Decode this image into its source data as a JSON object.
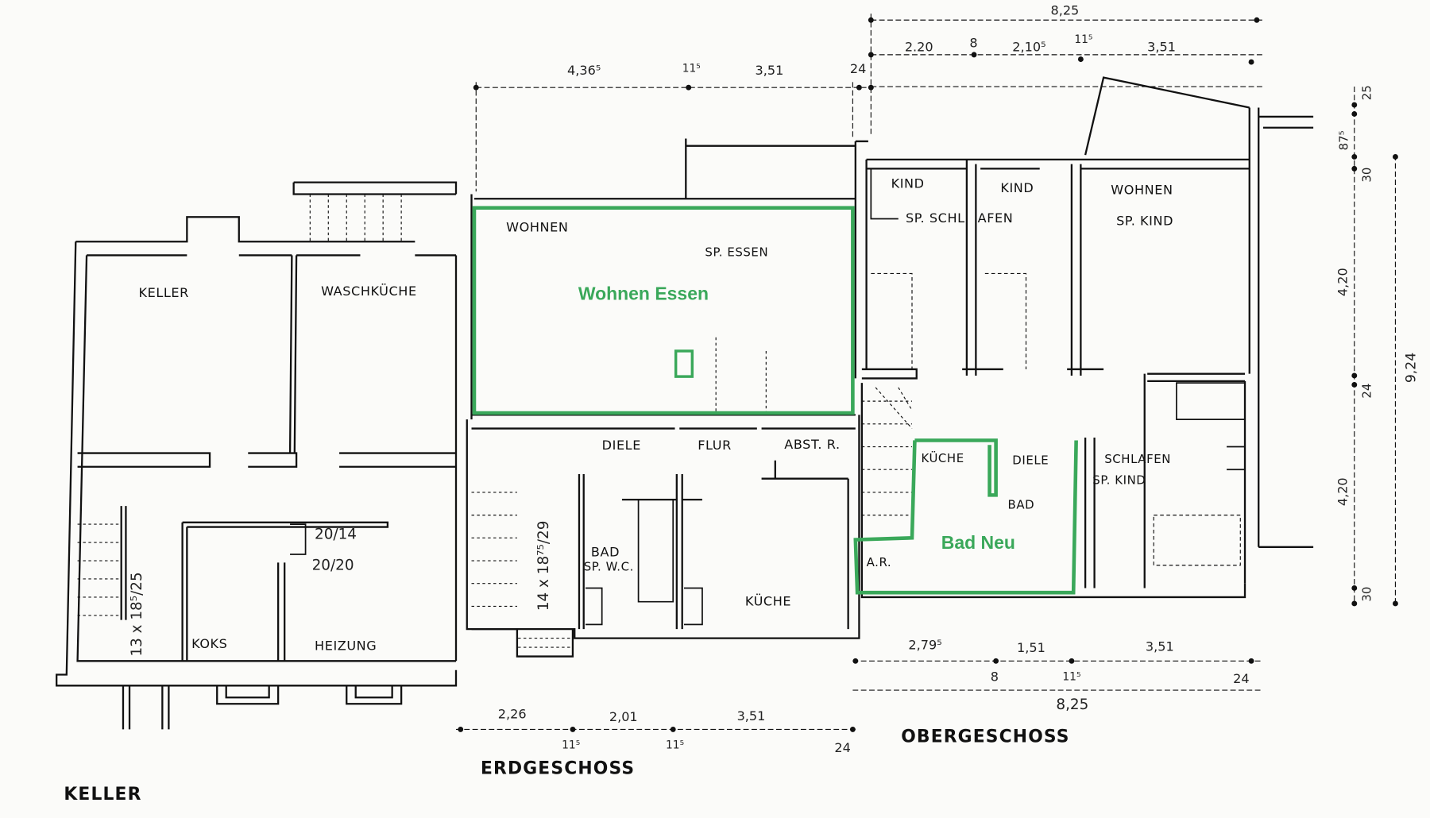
{
  "floors": {
    "keller": {
      "title": "KELLER",
      "rooms": [
        "KELLER",
        "WASCHKÜCHE",
        "KOKS",
        "HEIZUNG"
      ],
      "annotations": {
        "chimney_a": "20/14",
        "chimney_b": "20/20",
        "stair": "13 x 18⁵/25"
      }
    },
    "erdgeschoss": {
      "title": "ERDGESCHOSS",
      "rooms": [
        "WOHNEN",
        "SP. ESSEN",
        "DIELE",
        "FLUR",
        "ABST. R.",
        "BAD",
        "SP. W.C.",
        "KÜCHE"
      ],
      "annotations": {
        "stair": "14 x 18⁷⁵/29"
      },
      "dims_top": [
        "4,36⁵",
        "11⁵",
        "3,51",
        "24"
      ],
      "dims_bottom": [
        "2,26",
        "2,01",
        "3,51"
      ],
      "dims_bottom_small": [
        "11⁵",
        "11⁵",
        "24"
      ]
    },
    "obergeschoss": {
      "title": "OBERGESCHOSS",
      "rooms": [
        "KIND",
        "KIND",
        "SP. SCHL",
        "AFEN",
        "WOHNEN",
        "SP. KIND",
        "KÜCHE",
        "DIELE",
        "BAD",
        "SCHLAFEN",
        "SP. KIND",
        "A.R."
      ],
      "dims_top_total": "8,25",
      "dims_top": [
        "2.20",
        "8",
        "2,10⁵",
        "11⁵",
        "3,51"
      ],
      "dims_bottom": [
        "2,79⁵",
        "1,51",
        "3,51"
      ],
      "dims_bottom_small": [
        "8",
        "11⁵",
        "24",
        "24"
      ],
      "dims_bottom_total": "8,25",
      "dims_right": [
        "25",
        "87⁵",
        "30",
        "4,20",
        "24",
        "4,20",
        "30"
      ],
      "dims_right_total": "9,24"
    }
  },
  "highlights": {
    "color": "#3aa85a",
    "wohnen_essen": "Wohnen Essen",
    "bad_neu": "Bad Neu"
  }
}
